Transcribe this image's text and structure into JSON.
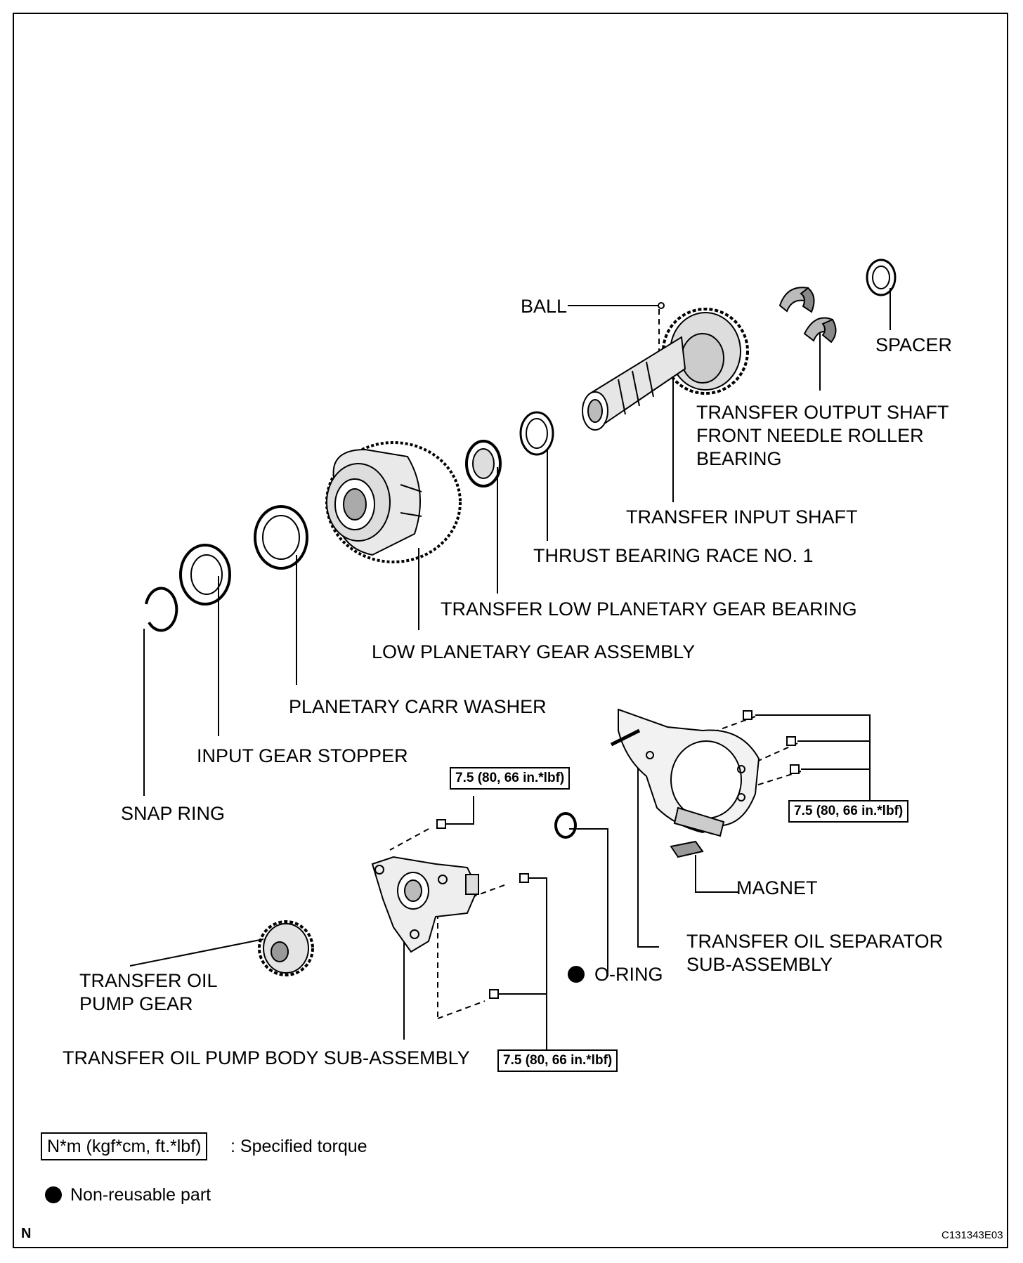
{
  "labels": {
    "ball": "BALL",
    "spacer": "SPACER",
    "output_bearing": "TRANSFER OUTPUT SHAFT\nFRONT NEEDLE ROLLER\nBEARING",
    "input_shaft": "TRANSFER INPUT SHAFT",
    "thrust_race": "THRUST BEARING RACE NO. 1",
    "low_planetary_bearing": "TRANSFER LOW PLANETARY GEAR BEARING",
    "low_planetary_assy": "LOW PLANETARY GEAR ASSEMBLY",
    "carr_washer": "PLANETARY CARR WASHER",
    "input_gear_stopper": "INPUT GEAR STOPPER",
    "snap_ring": "SNAP RING",
    "magnet": "MAGNET",
    "separator": "TRANSFER OIL SEPARATOR\nSUB-ASSEMBLY",
    "o_ring": "O-RING",
    "pump_gear": "TRANSFER OIL\nPUMP GEAR",
    "pump_body": "TRANSFER OIL PUMP BODY SUB-ASSEMBLY"
  },
  "torque": {
    "separator_bolts": "7.5 (80, 66 in.*lbf)",
    "pump_upper_bolt": "7.5 (80, 66 in.*lbf)",
    "pump_lower_bolts": "7.5 (80, 66 in.*lbf)"
  },
  "legend": {
    "torque_box": "N*m (kgf*cm, ft.*lbf)",
    "torque_desc": ": Specified torque",
    "nonreusable": "Non-reusable part"
  },
  "footer": {
    "corner_letter": "N",
    "figure_code": "C131343E03"
  }
}
